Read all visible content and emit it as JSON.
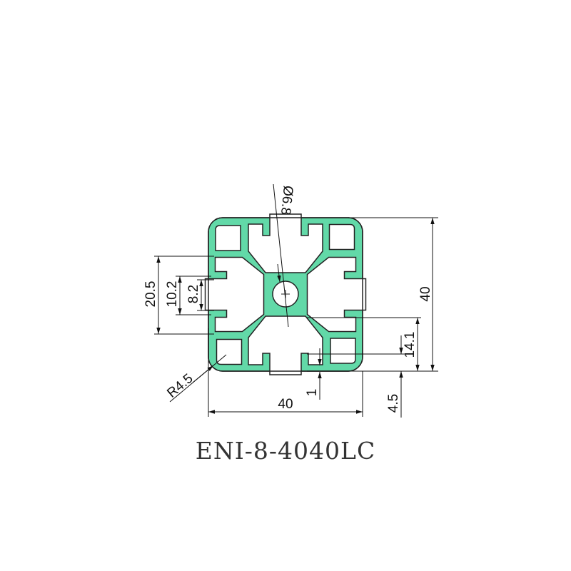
{
  "title": "ENI-8-4040LC",
  "profile_color": "#62d9a8",
  "dimensions": {
    "hole_diameter": "Ø6.8",
    "height": "40",
    "width": "40",
    "slot_pitch": "20.5",
    "slot_outer": "10.2",
    "slot_opening": "8.2",
    "slot_depth": "14.1",
    "wall": "4.5",
    "lip": "1",
    "corner_radius": "R4.5"
  }
}
